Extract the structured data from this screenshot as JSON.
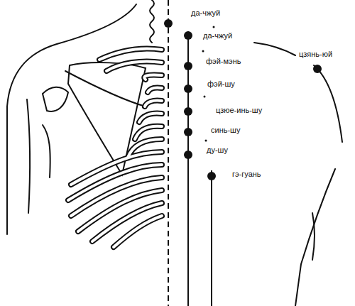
{
  "diagram": {
    "labels": [
      "да-чжуй",
      "да-чжуй",
      "фэй-мэнь",
      "фэй-шу",
      "цзюе-инь-шу",
      "синь-шу",
      "ду-шу",
      "гэ-гуань",
      "цзянь-юй"
    ]
  }
}
